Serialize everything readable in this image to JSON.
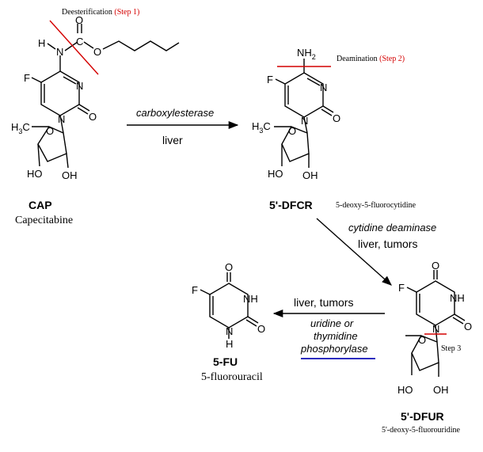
{
  "colors": {
    "step": "#d40000",
    "ink": "#000000",
    "underline": "#2b2bbf"
  },
  "cap": {
    "abbrev": "CAP",
    "name": "Capecitabine",
    "annotation": "Deesterification",
    "annotation_step": "(Step 1)"
  },
  "dfcr": {
    "abbrev": "5'-DFCR",
    "name": "5-deoxy-5-fluorocytidine",
    "annotation": "Deamination",
    "annotation_step": "(Step 2)"
  },
  "dfur": {
    "abbrev": "5'-DFUR",
    "name": "5'-deoxy-5-fluorouridine",
    "annotation": "Step 3"
  },
  "fu": {
    "abbrev": "5-FU",
    "name": "5-fluorouracil"
  },
  "arrow1": {
    "enzyme": "carboxylesterase",
    "site": "liver"
  },
  "arrow2": {
    "enzyme": "cytidine deaminase",
    "site": "liver, tumors"
  },
  "arrow3": {
    "site": "liver, tumors",
    "enzyme_line1": "uridine or",
    "enzyme_line2": "thymidine",
    "enzyme_line3": "phosphorylase"
  },
  "atoms": {
    "H": "H",
    "N": "N",
    "O": "O",
    "F": "F",
    "C": "C",
    "NH2": "NH",
    "sub2": "2",
    "H3C": "H",
    "sub3": "3",
    "H3Cc": "C",
    "HO": "HO",
    "OH": "OH",
    "NH": "NH"
  }
}
